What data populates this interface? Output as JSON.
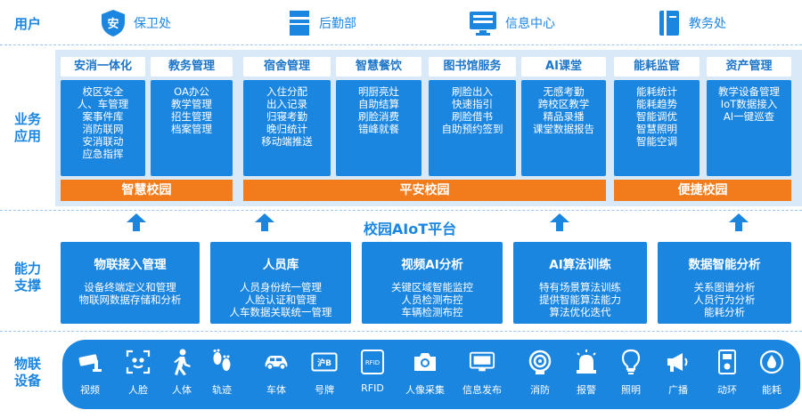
{
  "rows": {
    "users": "用户",
    "business_line1": "业务",
    "business_line2": "应用",
    "capability_line1": "能力",
    "capability_line2": "支撑",
    "devices_line1": "物联",
    "devices_line2": "设备"
  },
  "users": [
    {
      "label": "保卫处",
      "icon": "shield-icon"
    },
    {
      "label": "后勤部",
      "icon": "book-icon"
    },
    {
      "label": "信息中心",
      "icon": "monitor-icon"
    },
    {
      "label": "教务处",
      "icon": "notebook-icon"
    }
  ],
  "business": [
    {
      "title": "安消一体化",
      "items": [
        "校区安全",
        "人、车管理",
        "案事件库",
        "消防联网",
        "安消联动",
        "应急指挥"
      ]
    },
    {
      "title": "教务管理",
      "items": [
        "OA办公",
        "教学管理",
        "招生管理",
        "档案管理"
      ]
    },
    {
      "title": "宿舍管理",
      "items": [
        "入住分配",
        "出入记录",
        "归寝考勤",
        "晚归统计",
        "移动端推送"
      ]
    },
    {
      "title": "智慧餐饮",
      "items": [
        "明厨亮灶",
        "自助结算",
        "刷脸消费",
        "错峰就餐"
      ]
    },
    {
      "title": "图书馆服务",
      "items": [
        "刷脸出入",
        "快速指引",
        "刷脸借书",
        "自助预约签到"
      ]
    },
    {
      "title": "AI课堂",
      "items": [
        "无感考勤",
        "跨校区教学",
        "精品录播",
        "课堂数据报告"
      ]
    },
    {
      "title": "能耗监管",
      "items": [
        "能耗统计",
        "能耗趋势",
        "智能调优",
        "智慧照明",
        "智能空调"
      ]
    },
    {
      "title": "资产管理",
      "items": [
        "教学设备管理",
        "IoT数据接入",
        "AI一键巡查"
      ]
    }
  ],
  "bands": [
    "智慧校园",
    "平安校园",
    "便捷校园"
  ],
  "platform": "校园AIoT平台",
  "capabilities": [
    {
      "title": "物联接入管理",
      "items": [
        "设备终端定义和管理",
        "物联网数据存储和分析"
      ]
    },
    {
      "title": "人员库",
      "items": [
        "人员身份统一管理",
        "人脸认证和管理",
        "人车数据关联统一管理"
      ]
    },
    {
      "title": "视频AI分析",
      "items": [
        "关键区域智能监控",
        "人员检测布控",
        "车辆检测布控"
      ]
    },
    {
      "title": "AI算法训练",
      "items": [
        "特有场景算法训练",
        "提供智能算法能力",
        "算法优化迭代"
      ]
    },
    {
      "title": "数据智能分析",
      "items": [
        "关系图谱分析",
        "人员行为分析",
        "能耗分析"
      ]
    }
  ],
  "devices": [
    {
      "label": "视频",
      "icon": "camera-icon"
    },
    {
      "label": "人脸",
      "icon": "face-icon"
    },
    {
      "label": "人体",
      "icon": "person-walking-icon"
    },
    {
      "label": "轨迹",
      "icon": "footprints-icon"
    },
    {
      "label": "车体",
      "icon": "car-icon"
    },
    {
      "label": "号牌",
      "icon": "license-plate-icon"
    },
    {
      "label": "RFID",
      "icon": "rfid-icon"
    },
    {
      "label": "人像采集",
      "icon": "photo-camera-icon"
    },
    {
      "label": "信息发布",
      "icon": "display-screen-icon"
    },
    {
      "label": "消防",
      "icon": "fire-hose-icon"
    },
    {
      "label": "报警",
      "icon": "alarm-icon"
    },
    {
      "label": "照明",
      "icon": "light-bulb-icon"
    },
    {
      "label": "广播",
      "icon": "loudspeaker-icon"
    },
    {
      "label": "动环",
      "icon": "environment-meter-icon"
    },
    {
      "label": "能耗",
      "icon": "energy-drop-icon"
    }
  ],
  "colors": {
    "primary": "#1b86e0",
    "light_bg": "#d9e9f7",
    "band": "#f27b1b"
  }
}
